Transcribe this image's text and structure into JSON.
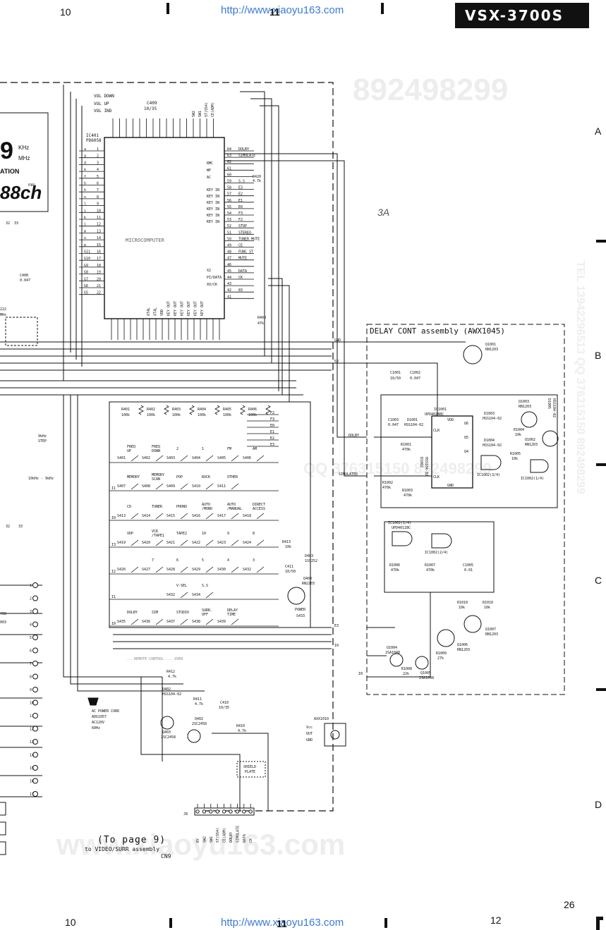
{
  "header": {
    "col_left": "10",
    "col_mid": "11",
    "url_top": "http://www.xiaoyu163.com",
    "model": "VSX-3700S"
  },
  "footer": {
    "col_left": "10",
    "col_mid": "11",
    "col_right": "12",
    "url_bottom": "http://www.xiaoyu163.com",
    "page_number": "26"
  },
  "row_markers": [
    "A",
    "B",
    "C",
    "D"
  ],
  "schematic": {
    "display_chars": [
      "9",
      "KHz",
      "MHz",
      "ATION",
      "88ch",
      "min"
    ],
    "microcomputer": {
      "ref": "IC401",
      "part": "PD6058",
      "label": "MICROCOMPUTER",
      "top_inputs": [
        "VOL DOWN",
        "VOL UP",
        "VOL IND"
      ],
      "top_cap": [
        "C409",
        "10/35"
      ],
      "right_pins": [
        [
          "64",
          "DOLBY"
        ],
        [
          "63",
          "SIMULATE"
        ],
        [
          "62",
          ""
        ],
        [
          "61",
          ""
        ],
        [
          "60",
          ""
        ],
        [
          "59",
          "S.S"
        ],
        [
          "58",
          "E3"
        ],
        [
          "57",
          "E2"
        ],
        [
          "56",
          "E1"
        ],
        [
          "55",
          "E0"
        ],
        [
          "54",
          "F3"
        ],
        [
          "53",
          "F2"
        ],
        [
          "52",
          "STOP"
        ],
        [
          "51",
          "STEREO"
        ],
        [
          "50",
          "TUNER MUTE"
        ],
        [
          "49",
          "CE"
        ],
        [
          "48",
          "FUNC ST"
        ],
        [
          "47",
          "MUTE"
        ],
        [
          "46",
          ""
        ],
        [
          "45",
          "DATA"
        ],
        [
          "44",
          "CK"
        ],
        [
          "43",
          ""
        ],
        [
          "42",
          "83"
        ],
        [
          "41",
          ""
        ]
      ],
      "right_side_labels": [
        "RMC",
        "WP",
        "AC",
        "KEY IN",
        "KEY IN",
        "KEY IN",
        "KEY IN",
        "KEY IN",
        "KEY IN",
        "X2",
        "PI/DATA",
        "XO/CK"
      ],
      "top_pin_labels": [
        "SW2",
        "SW1",
        "ST(S54)",
        "CE(ADM)"
      ],
      "bottom_pin_labels": [
        "XTAL",
        "XTAL",
        "VDD",
        "KEY OUT",
        "KEY OUT",
        "KEY OUT",
        "KEY OUT",
        "KEY OUT",
        "KEY OUT"
      ],
      "left_segments": [
        "a",
        "g",
        "d",
        "e",
        "f",
        "b",
        "h",
        "n",
        "l",
        "i",
        "k",
        "j",
        "m",
        "o",
        "p",
        "G11",
        "G10",
        "G9",
        "G8",
        "G7",
        "G6",
        "G5"
      ],
      "r420": [
        "R420",
        "4.7k"
      ],
      "r408": [
        "R408",
        "47k"
      ]
    },
    "left_parts": {
      "c408": [
        "C408",
        "0.047"
      ],
      "x_freq": [
        "222",
        "MHz"
      ],
      "step": [
        "9kHz",
        "STEP"
      ],
      "step_khz": "10kHz - 9kHz",
      "pins_a": [
        "32",
        "33"
      ],
      "pins_b": [
        "32",
        "33"
      ],
      "c708": "708",
      "c003": "003"
    },
    "key_matrix": {
      "resistors": [
        {
          "ref": "R401",
          "val": "100k"
        },
        {
          "ref": "R402",
          "val": "100k"
        },
        {
          "ref": "R403",
          "val": "100k"
        },
        {
          "ref": "R404",
          "val": "100k"
        },
        {
          "ref": "R405",
          "val": "100k"
        },
        {
          "ref": "R406",
          "val": "100k"
        }
      ],
      "bus_labels": [
        "F2",
        "F3",
        "E0",
        "E1",
        "E2",
        "E3"
      ],
      "rows": [
        {
          "row": "",
          "keys": [
            {
              "label": "FREQ UP",
              "ref": "S401"
            },
            {
              "label": "FREQ DOWN",
              "ref": "S402"
            },
            {
              "label": "2",
              "ref": "S403"
            },
            {
              "label": "1",
              "ref": "S404"
            },
            {
              "label": "FM",
              "ref": "S405"
            },
            {
              "label": "AM",
              "ref": "S406"
            }
          ]
        },
        {
          "row": "I1",
          "keys": [
            {
              "label": "MEMORY",
              "ref": "S407"
            },
            {
              "label": "MEMORY SCAN",
              "ref": "S408"
            },
            {
              "label": "POP",
              "ref": "S409"
            },
            {
              "label": "ROCK",
              "ref": "S410"
            },
            {
              "label": "OTHER",
              "ref": "S411"
            },
            {
              "label": "",
              "ref": ""
            }
          ]
        },
        {
          "row": "I0",
          "keys": [
            {
              "label": "CD",
              "ref": "S413"
            },
            {
              "label": "TUNER",
              "ref": "S414"
            },
            {
              "label": "PHONO",
              "ref": "S415"
            },
            {
              "label": "AUTO /MONO",
              "ref": "S416"
            },
            {
              "label": "AUTO /MANUAL",
              "ref": "S417"
            },
            {
              "label": "DIRECT ACCESS",
              "ref": "S418"
            }
          ]
        },
        {
          "row": "I3",
          "keys": [
            {
              "label": "VDP",
              "ref": "S419"
            },
            {
              "label": "VCR /TAPE1",
              "ref": "S420"
            },
            {
              "label": "TAPE2",
              "ref": "S421"
            },
            {
              "label": "10",
              "ref": "S422"
            },
            {
              "label": "9",
              "ref": "S423"
            },
            {
              "label": "8",
              "ref": "S424"
            }
          ]
        },
        {
          "row": "I2",
          "keys": [
            {
              "label": "",
              "ref": "S426"
            },
            {
              "label": "7",
              "ref": "S427"
            },
            {
              "label": "6",
              "ref": "S428"
            },
            {
              "label": "5",
              "ref": "S429"
            },
            {
              "label": "4",
              "ref": "S430"
            },
            {
              "label": "3",
              "ref": "S432"
            }
          ]
        },
        {
          "row": "I1",
          "keys": [
            {
              "label": "",
              "ref": ""
            },
            {
              "label": "",
              "ref": ""
            },
            {
              "label": "V-SEL",
              "ref": "S432"
            },
            {
              "label": "S.S",
              "ref": "S434"
            },
            {
              "label": "",
              "ref": ""
            },
            {
              "label": "",
              "ref": ""
            }
          ]
        },
        {
          "row": "I0",
          "keys": [
            {
              "label": "DOLBY",
              "ref": "S435"
            },
            {
              "label": "SIM",
              "ref": "S436"
            },
            {
              "label": "STUDIO",
              "ref": "S437"
            },
            {
              "label": "SURR. OFF",
              "ref": "S438"
            },
            {
              "label": "DELAY TIME",
              "ref": "S439"
            },
            {
              "label": "",
              "ref": ""
            }
          ]
        }
      ],
      "power": {
        "label": "POWER",
        "ref": "S433"
      },
      "r413": [
        "R413",
        "10k"
      ],
      "d403": [
        "D403",
        "1SS252"
      ],
      "c411": [
        "C411",
        "10/50"
      ],
      "q404": [
        "Q404",
        "RN2203"
      ],
      "remote_note": "... REMOTE CONTROL ... OVER"
    },
    "power_section": {
      "r412": [
        "R412",
        "4.7k"
      ],
      "d402": [
        "D402",
        "HSS104-02"
      ],
      "r411": [
        "R411",
        "4.7k"
      ],
      "c410": [
        "C410",
        "10/35"
      ],
      "q402": [
        "Q402",
        "2SC2458"
      ],
      "q403": [
        "Q403",
        "2SC2458"
      ],
      "r410": [
        "R410",
        "4.7k"
      ],
      "axx": "AXX1010",
      "pins": [
        "Vcc",
        "OUT",
        "GND"
      ],
      "shield": [
        "SHIELD",
        "PLATE"
      ],
      "ac_cord": [
        "AC POWER CORD",
        "ADG1057",
        "AC120V",
        "60Hz"
      ]
    },
    "connector": {
      "ref": "J8",
      "pins": [
        "RY",
        "SW2",
        "SW1",
        "ST(S54)",
        "CE(ADM)",
        "DOLBY",
        "SIMULATE",
        "DATA",
        "CK"
      ],
      "to_page": "(To page 9)",
      "dest": "to VIDEO/SURR assembly",
      "cn": "CN9"
    },
    "delay_cont": {
      "title": "DELAY CONT assembly (AWX1045)",
      "inputs": [
        "GND",
        "5V",
        "DOLBY",
        "SIMULATED",
        "E3",
        "I0",
        "I0"
      ],
      "q1001": [
        "Q1001",
        "RN1203"
      ],
      "c1001": [
        "C1001",
        "10/50"
      ],
      "c1002": [
        "C1002",
        "0.047"
      ],
      "c1003": [
        "C1003",
        "0.047"
      ],
      "d1001": [
        "D1001",
        "HSS104-02"
      ],
      "ic1001": [
        "IC1001",
        "UPD4024BC"
      ],
      "ic1001_pins": [
        "VDD",
        "CLR",
        "CLK",
        "GND",
        "Q6",
        "Q5",
        "Q4"
      ],
      "d1003": [
        "D1003",
        "HSS104-02"
      ],
      "d1004": [
        "D1004",
        "HSS104-02"
      ],
      "q1003": [
        "Q1003",
        "RN1203"
      ],
      "q1002": [
        "Q1002",
        "RN1203"
      ],
      "d1005": [
        "D1005",
        "HSS104-02"
      ],
      "r1004": [
        "R1004",
        "10k"
      ],
      "r1005": [
        "R1005",
        "10k"
      ],
      "r1001": [
        "R1001",
        "470k"
      ],
      "r1002": [
        "R1002",
        "470k"
      ],
      "r1003": [
        "R1003",
        "470k"
      ],
      "d1002": [
        "D1002",
        "HSS104-02"
      ],
      "ic1002_3": "IC1002(3/4)",
      "ic1002_4": "IC1002(1/4)",
      "ic1002_1": [
        "IC1002(1/4)",
        "UPD4011BC"
      ],
      "ic1002_2": "IC1002(2/4)",
      "r1006": [
        "R1006",
        "470k"
      ],
      "r1007": [
        "R1007",
        "470k"
      ],
      "c1005": [
        "C1005",
        "0.01"
      ],
      "r1010a": [
        "R1010",
        "10k"
      ],
      "r1010b": [
        "R1010",
        "10k"
      ],
      "q1007": [
        "Q1007",
        "RN1203"
      ],
      "q1006": [
        "Q1006",
        "RN1203"
      ],
      "q1004": [
        "Q1004",
        "2SA1048"
      ],
      "r1009": [
        "R1009",
        "27k"
      ],
      "r1008": [
        "R1008",
        "22k"
      ],
      "q1005": [
        "Q1005",
        "2SA1048"
      ]
    },
    "watermarks": [
      "892498299",
      "www.xiaoyu163.com",
      "QQ 376315150 892498299",
      "TEL 13942296513 QQ 376315150 892498299"
    ]
  }
}
